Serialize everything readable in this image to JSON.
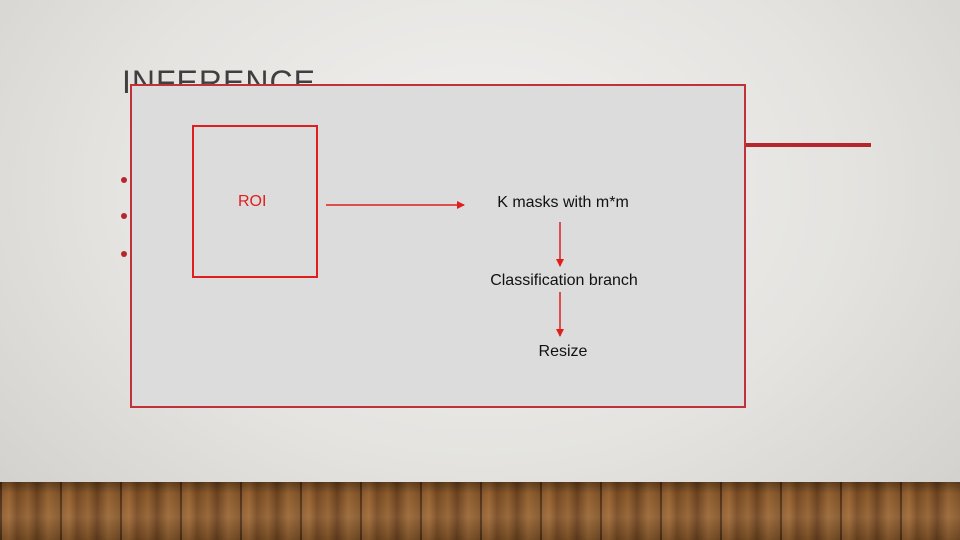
{
  "slide": {
    "title": "INFERENCE",
    "accent_color": "#b5262d",
    "bullet_count": 3
  },
  "diagram": {
    "roi_label": "ROI",
    "nodes": [
      {
        "id": "masks",
        "label": "K masks with m*m"
      },
      {
        "id": "classification",
        "label": "Classification branch"
      },
      {
        "id": "resize",
        "label": "Resize"
      }
    ],
    "edges": [
      {
        "from": "roi",
        "to": "masks"
      },
      {
        "from": "masks",
        "to": "classification"
      },
      {
        "from": "classification",
        "to": "resize"
      }
    ],
    "panel_color": "#dcdcdc",
    "border_color": "#c0313a",
    "roi_color": "#e01e1e"
  }
}
